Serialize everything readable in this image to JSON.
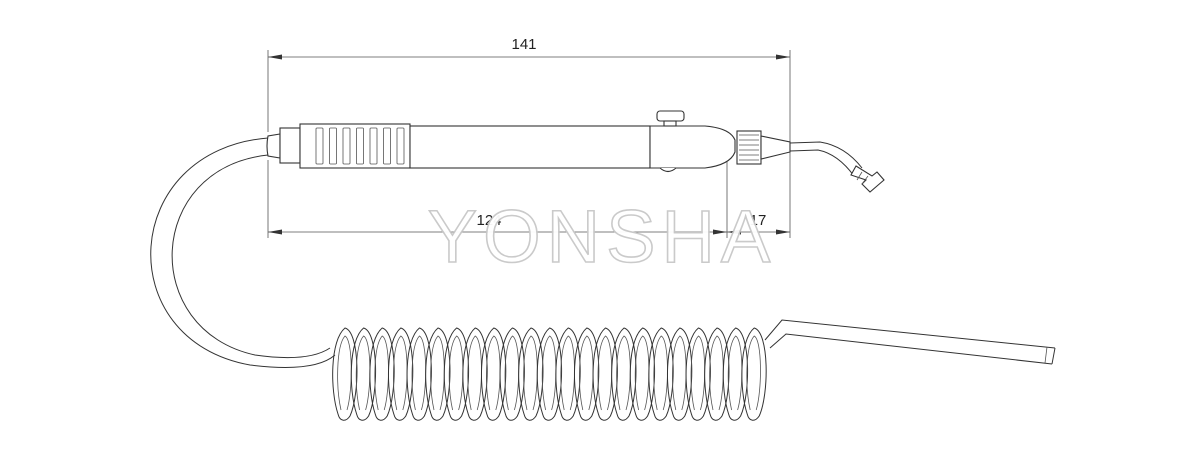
{
  "drawing": {
    "dimensions": {
      "overall": "141",
      "body": "124",
      "tip": "17"
    },
    "watermark": "YONSHA"
  }
}
